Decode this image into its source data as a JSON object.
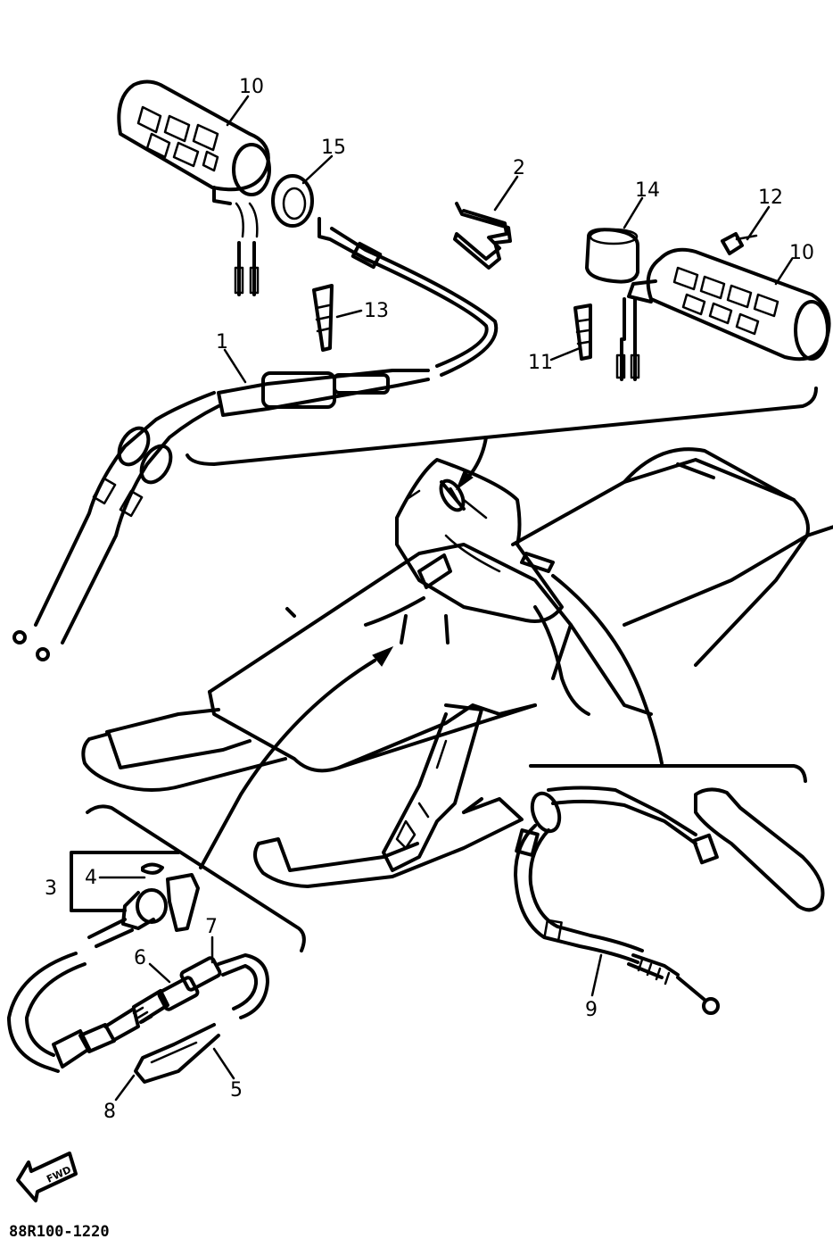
{
  "diagram": {
    "drawing_code": "88R100-1220",
    "forward_arrow_label": "FWD",
    "callouts": [
      {
        "id": "c1",
        "text": "1"
      },
      {
        "id": "c2",
        "text": "2"
      },
      {
        "id": "c3",
        "text": "3"
      },
      {
        "id": "c4",
        "text": "4"
      },
      {
        "id": "c5",
        "text": "5"
      },
      {
        "id": "c6",
        "text": "6"
      },
      {
        "id": "c7",
        "text": "7"
      },
      {
        "id": "c8",
        "text": "8"
      },
      {
        "id": "c9",
        "text": "9"
      },
      {
        "id": "c10a",
        "text": "10"
      },
      {
        "id": "c10b",
        "text": "10"
      },
      {
        "id": "c11",
        "text": "11"
      },
      {
        "id": "c12",
        "text": "12"
      },
      {
        "id": "c13",
        "text": "13"
      },
      {
        "id": "c14",
        "text": "14"
      },
      {
        "id": "c15",
        "text": "15"
      }
    ]
  }
}
